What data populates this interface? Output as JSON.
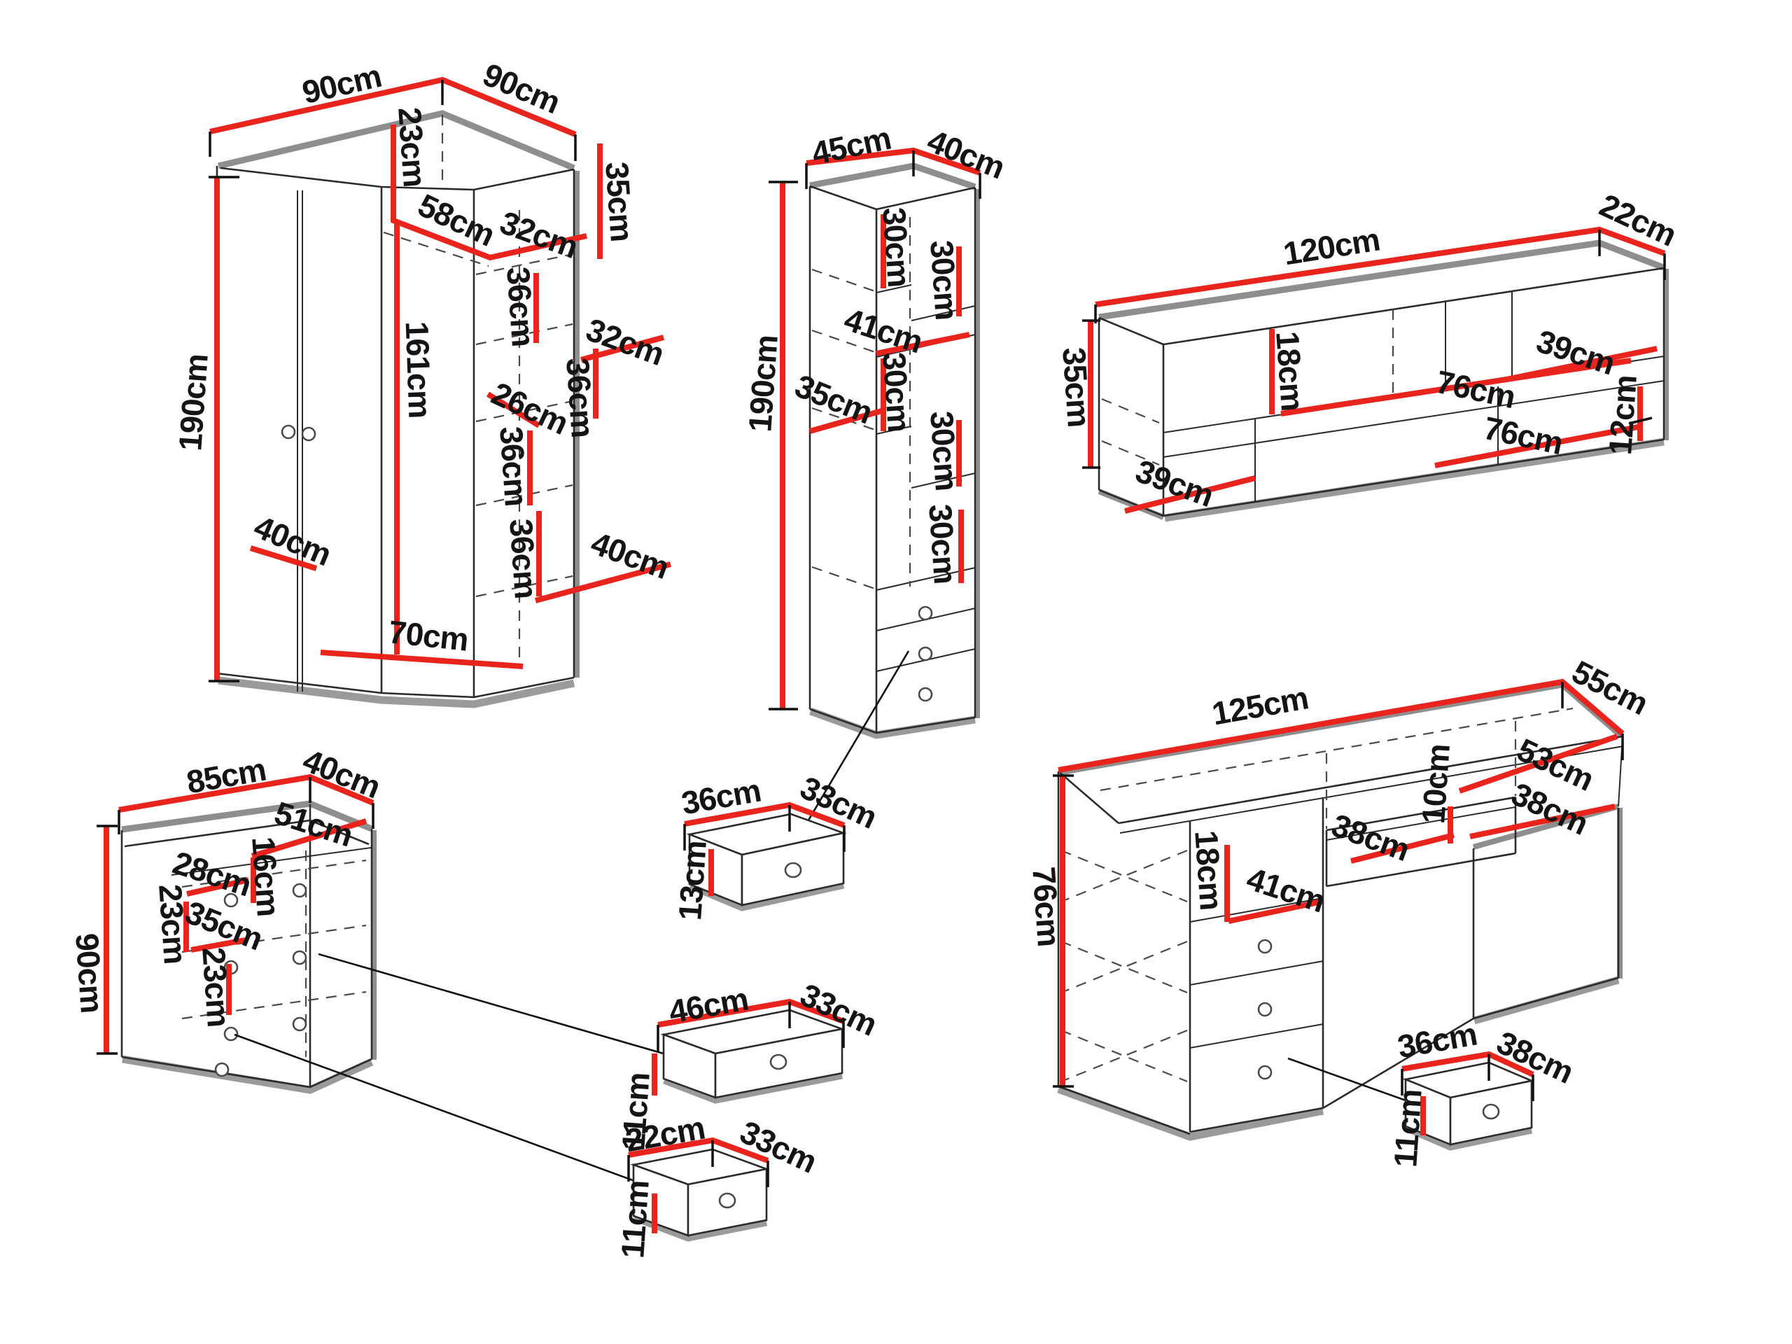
{
  "diagram": {
    "type": "furniture-dimension-diagram",
    "unit": "cm",
    "colors": {
      "dimension_line": "#e8241c",
      "outline": "#2b2b2b",
      "edge_shadow": "#8e8e8e",
      "background": "#ffffff"
    },
    "pieces": [
      {
        "id": "corner-wardrobe",
        "labels": [
          "90cm",
          "90cm",
          "23cm",
          "58cm",
          "32cm",
          "35cm",
          "36cm",
          "32cm",
          "36cm",
          "26cm",
          "36cm",
          "40cm",
          "36cm",
          "40cm",
          "70cm",
          "161cm",
          "190cm"
        ]
      },
      {
        "id": "tall-bookcase",
        "labels": [
          "45cm",
          "40cm",
          "190cm",
          "30cm",
          "30cm",
          "41cm",
          "30cm",
          "35cm",
          "30cm",
          "30cm"
        ]
      },
      {
        "id": "wall-shelf-unit",
        "labels": [
          "120cm",
          "22cm",
          "35cm",
          "18cm",
          "39cm",
          "76cm",
          "76cm",
          "39cm",
          "12cm"
        ]
      },
      {
        "id": "chest-of-drawers",
        "labels": [
          "85cm",
          "40cm",
          "90cm",
          "51cm",
          "16cm",
          "28cm",
          "35cm",
          "23cm",
          "23cm"
        ]
      },
      {
        "id": "desk",
        "labels": [
          "125cm",
          "55cm",
          "76cm",
          "53cm",
          "38cm",
          "10cm",
          "38cm",
          "18cm",
          "41cm"
        ]
      },
      {
        "id": "drawer-36x33",
        "labels": [
          "36cm",
          "33cm",
          "13cm"
        ]
      },
      {
        "id": "drawer-46x33",
        "labels": [
          "46cm",
          "33cm",
          "11cm"
        ]
      },
      {
        "id": "drawer-22x33",
        "labels": [
          "22cm",
          "33cm",
          "11cm"
        ]
      },
      {
        "id": "drawer-36x38",
        "labels": [
          "36cm",
          "38cm",
          "11cm"
        ]
      }
    ]
  }
}
